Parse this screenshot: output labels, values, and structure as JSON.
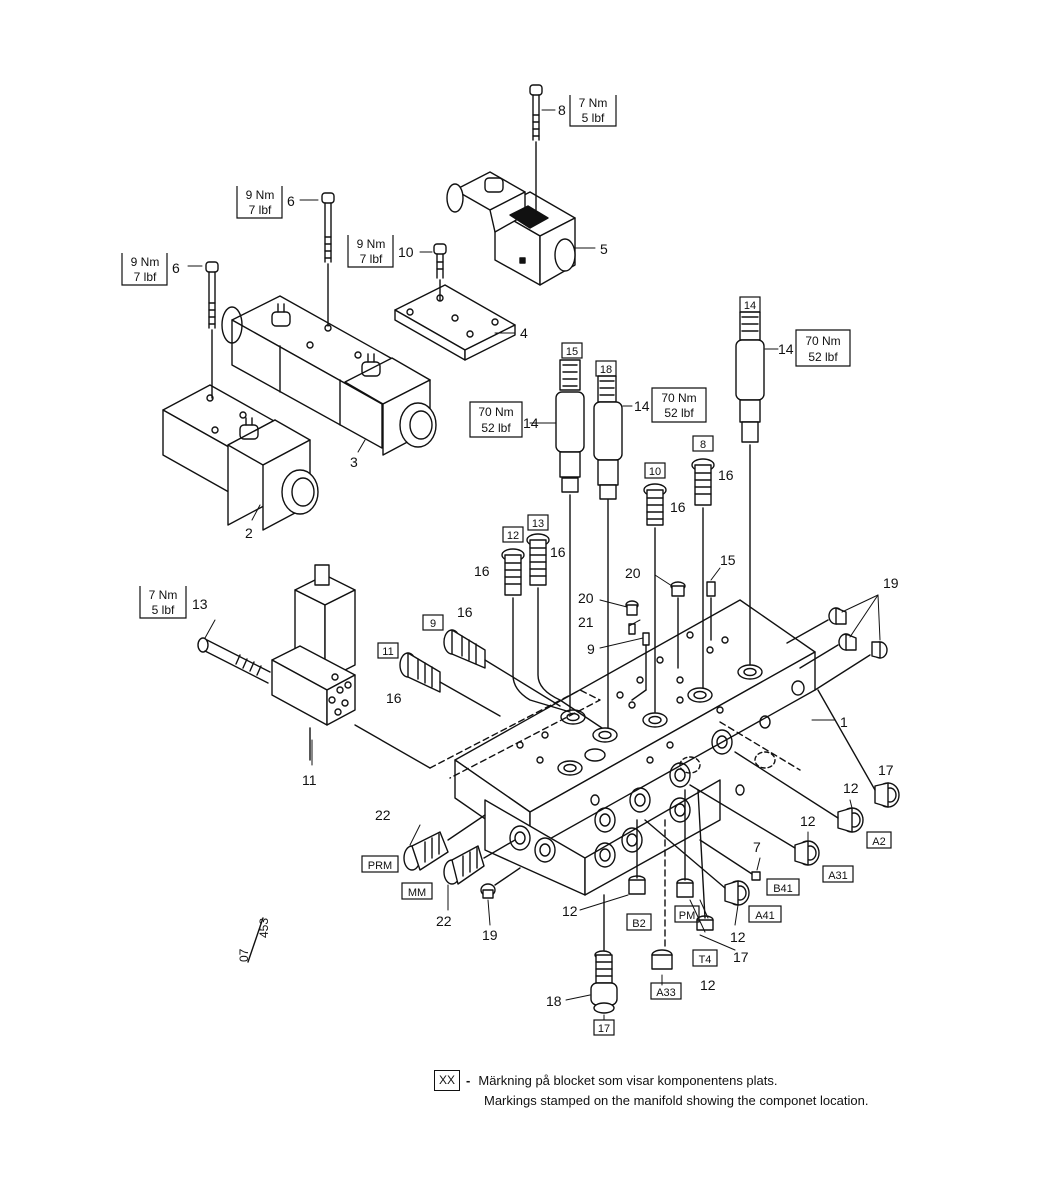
{
  "callouts": {
    "n1": "1",
    "n2": "2",
    "n3": "3",
    "n4": "4",
    "n5": "5",
    "n6a": "6",
    "n6b": "6",
    "n7": "7",
    "n8": "8",
    "n9": "9",
    "n10": "10",
    "n11": "11",
    "n12a": "12",
    "n12b": "12",
    "n12c": "12",
    "n12d": "12",
    "n12e": "12",
    "n13": "13",
    "n14a": "14",
    "n14b": "14",
    "n14c": "14",
    "n15": "15",
    "n16a": "16",
    "n16b": "16",
    "n16c": "16",
    "n16d": "16",
    "n16e": "16",
    "n16f": "16",
    "n17a": "17",
    "n17b": "17",
    "n18": "18",
    "n19a": "19",
    "n19b": "19",
    "n20a": "20",
    "n20b": "20",
    "n21": "21",
    "n22a": "22",
    "n22b": "22"
  },
  "boxed": {
    "b14": "14",
    "b15": "15",
    "b18": "18",
    "b8": "8",
    "b10": "10",
    "b12": "12",
    "b13": "13",
    "b9": "9",
    "b11": "11",
    "prm": "PRM",
    "mm": "MM",
    "a2": "A2",
    "a31": "A31",
    "b41": "B41",
    "a41": "A41",
    "b2": "B2",
    "pm": "PM",
    "t4": "T4",
    "a33": "A33",
    "b17": "17"
  },
  "torques": {
    "t8": [
      "7 Nm",
      "5 lbf"
    ],
    "t6a": [
      "9 Nm",
      "7 lbf"
    ],
    "t6b": [
      "9 Nm",
      "7 lbf"
    ],
    "t10": [
      "9 Nm",
      "7 lbf"
    ],
    "t14a": [
      "70 Nm",
      "52 lbf"
    ],
    "t14b": [
      "70 Nm",
      "52 lbf"
    ],
    "t14c": [
      "70 Nm",
      "52 lbf"
    ],
    "t13": [
      "7 Nm",
      "5 lbf"
    ]
  },
  "drawing_ref": {
    "num": "07",
    "den": "453"
  },
  "legend": {
    "key": "XX",
    "dash": "-",
    "line1": "Märkning på blocket som visar komponentens plats.",
    "line2": "Markings stamped on the manifold showing the componet location."
  }
}
